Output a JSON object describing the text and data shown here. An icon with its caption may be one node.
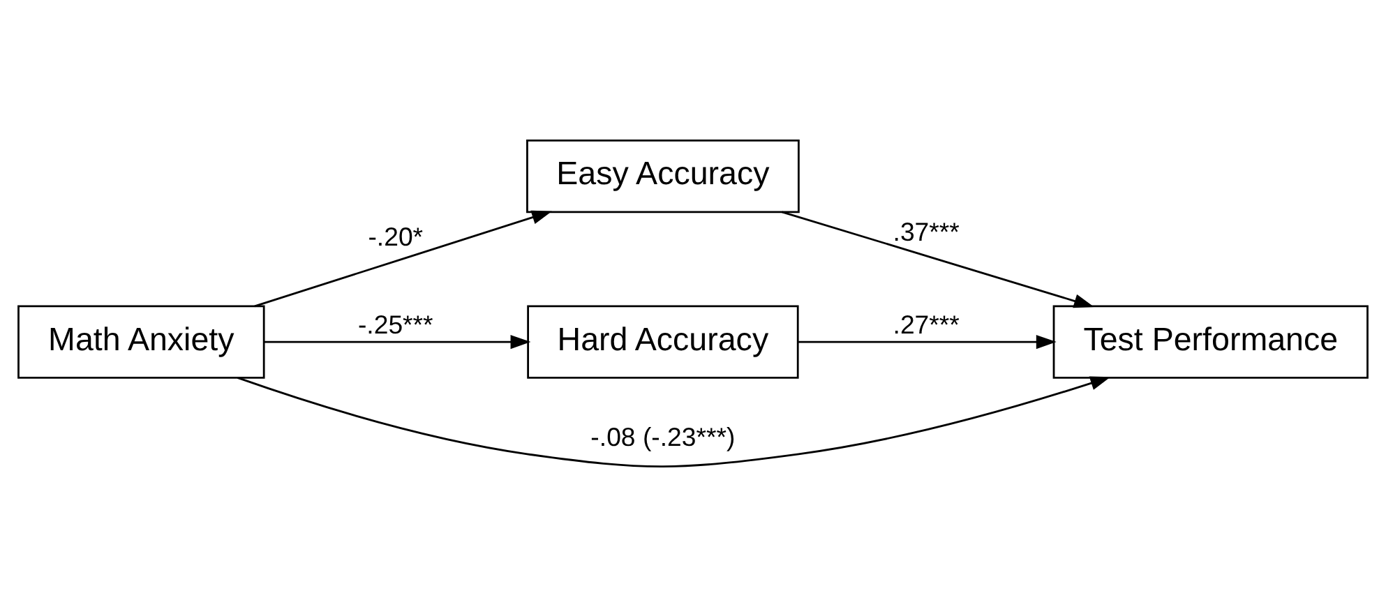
{
  "diagram": {
    "nodes": [
      {
        "text": [
          "Math Anxiety"
        ]
      },
      {
        "text": [
          "Easy Accuracy"
        ]
      },
      {
        "text": [
          "Hard Accuracy"
        ]
      },
      {
        "text": [
          "Test Performance"
        ]
      }
    ],
    "edges": [
      {
        "from": 0,
        "to": 1,
        "arrow": "to",
        "label": "-.20*"
      },
      {
        "from": 1,
        "to": 3,
        "arrow": "to",
        "label": ".37***"
      },
      {
        "from": 0,
        "to": 3,
        "arrow": "to",
        "label": "-.08 (-.23***)"
      },
      {
        "from": 0,
        "to": 2,
        "arrow": "to",
        "label": "-.25***"
      },
      {
        "from": 2,
        "to": 3,
        "arrow": "to",
        "label": ".27***"
      }
    ]
  }
}
